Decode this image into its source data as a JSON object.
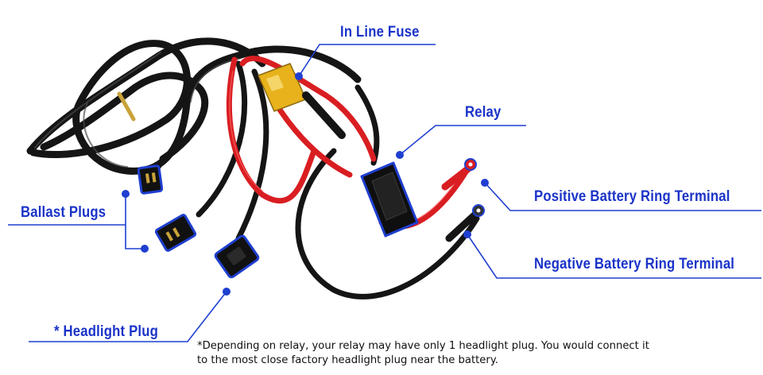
{
  "labels": {
    "in_line_fuse": "In Line Fuse",
    "relay": "Relay",
    "positive_terminal": "Positive Battery Ring Terminal",
    "negative_terminal": "Negative Battery Ring Terminal",
    "ballast_plugs": "Ballast Plugs",
    "headlight_plug": "* Headlight Plug"
  },
  "footnote": {
    "line1": "*Depending on relay, your relay may have only 1 headlight plug. You would connect it",
    "line2": "to the most close factory headlight plug near the battery."
  },
  "colors": {
    "label_text": "#1a33c8",
    "leader_line": "#1f3fd0",
    "red_wire": "#d91e22",
    "black_wire": "#151515",
    "fuse_body": "#e8b21c"
  },
  "icons": [
    "wiring-harness-photo",
    "relay-box",
    "in-line-fuse",
    "ring-terminal",
    "connector-plug"
  ]
}
